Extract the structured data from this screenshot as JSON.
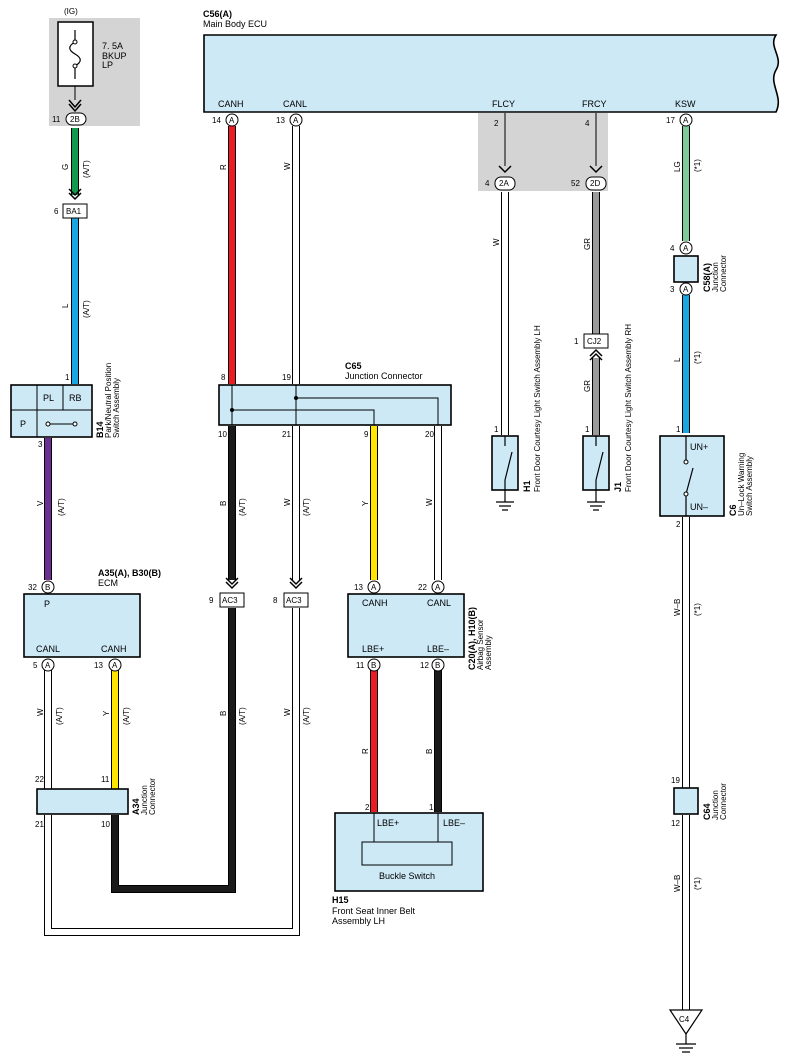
{
  "colors": {
    "green": "#149a4a",
    "blue": "#1aa6e0",
    "purple": "#6b2f8f",
    "red": "#ec1c24",
    "black": "#1a1a1a",
    "white": "#ffffff",
    "yellow": "#ffe600",
    "gray": "#9a9a9a",
    "light_green": "#7fcc9a",
    "component_fill": "#cde9f6",
    "shade": "#d4d4d4"
  },
  "fuse": {
    "ig": "(IG)",
    "rating": "7. 5A",
    "name1": "BKUP",
    "name2": "LP",
    "pin": "11",
    "conn": "2B"
  },
  "ba1": {
    "pin": "6",
    "label": "BA1"
  },
  "b14": {
    "code": "B14",
    "name1": "Park/Neutral Position",
    "name2": "Switch Assembly",
    "pin_top": "1",
    "pin_bottom": "3",
    "pl": "PL",
    "rb": "RB",
    "p": "P"
  },
  "ecm": {
    "code": "A35(A), B30(B)",
    "name": "ECM",
    "pin_top": "32",
    "conn_top": "B",
    "p": "P",
    "canl": "CANL",
    "canh": "CANH",
    "pin_canl": "5",
    "conn_canl": "A",
    "pin_canh": "13",
    "conn_canh": "A"
  },
  "a34": {
    "code": "A34",
    "name1": "Junction",
    "name2": "Connector",
    "pin22": "22",
    "pin11": "11",
    "pin21": "21",
    "pin10": "10"
  },
  "ecu": {
    "code": "C56(A)",
    "name": "Main Body ECU",
    "canh": "CANH",
    "canl": "CANL",
    "flcy": "FLCY",
    "frcy": "FRCY",
    "ksw": "KSW",
    "pin_canh": "14",
    "pin_canl": "13",
    "pin_flcy": "2",
    "pin_frcy": "4",
    "pin_ksw": "17",
    "conn_a": "A"
  },
  "c65": {
    "code": "C65",
    "name": "Junction Connector",
    "pin8": "8",
    "pin19": "19",
    "pin10": "10",
    "pin21": "21",
    "pin9": "9",
    "pin20": "20"
  },
  "ac3": {
    "pin9": "9",
    "pin8": "8",
    "label": "AC3"
  },
  "c20": {
    "code": "C20(A), H10(B)",
    "name1": "Airbag Sensor",
    "name2": "Assembly",
    "canh": "CANH",
    "canl": "CANL",
    "lbep": "LBE+",
    "lbem": "LBE–",
    "pin13": "13",
    "pin22": "22",
    "pin11": "11",
    "pin12": "12",
    "conn_a": "A",
    "conn_b": "B"
  },
  "h15": {
    "code": "H15",
    "name1": "Front Seat Inner Belt",
    "name2": "Assembly LH",
    "lbep": "LBE+",
    "lbem": "LBE–",
    "buckle": "Buckle Switch",
    "pin2": "2",
    "pin1": "1"
  },
  "shaded": {
    "pin4": "4",
    "conn2a": "2A",
    "pin52": "52",
    "conn2d": "2D"
  },
  "h1": {
    "code": "H1",
    "name": "Front Door Courtesy Light Switch Assembly LH",
    "pin": "1"
  },
  "cj2": {
    "pin": "1",
    "label": "CJ2"
  },
  "j1": {
    "code": "J1",
    "name": "Front Door Courtesy Light Switch Assembly RH",
    "pin": "1"
  },
  "c58": {
    "code": "C58(A)",
    "name1": "Junction",
    "name2": "Connector",
    "pin4": "4",
    "pin3": "3",
    "conn": "A"
  },
  "c6": {
    "code": "C6",
    "name1": "Un–Lock Warning",
    "name2": "Switch Assembly",
    "unp": "UN+",
    "unm": "UN–",
    "pin1": "1",
    "pin2": "2"
  },
  "c64": {
    "code": "C64",
    "name1": "Junction",
    "name2": "Connector",
    "pin19": "19",
    "pin12": "12"
  },
  "c4": {
    "label": "C4"
  },
  "wires": {
    "g": "G",
    "l": "L",
    "v": "V",
    "r": "R",
    "w": "W",
    "b": "B",
    "y": "Y",
    "gr": "GR",
    "lg": "LG",
    "wb": "W–B",
    "at": "(A/T)",
    "star1": "(*1)"
  }
}
